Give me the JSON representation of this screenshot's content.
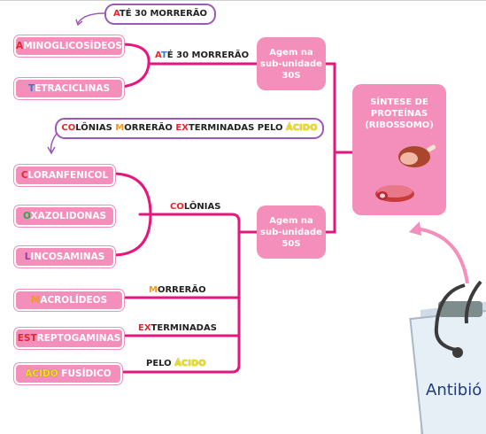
{
  "colors": {
    "pink_box": "#f38fba",
    "magenta_line": "#e7167e",
    "callout_border": "#9b59b6"
  },
  "callouts": {
    "top_a": "A",
    "top_rest": "TÉ 30 MORRERÃO",
    "mid_co": "CO",
    "mid_1": "LÔNIAS ",
    "mid_m": "M",
    "mid_2": "ORRERÃO ",
    "mid_ex": "EX",
    "mid_3": "TERMINADAS PELO ",
    "mid_acido": "ÁCIDO"
  },
  "branch_labels": {
    "ate_a": "A",
    "ate_t": "T",
    "ate_rest": "É 30 MORRERÃO",
    "col_co": "CO",
    "col_rest": "LÔNIAS",
    "mor_m": "M",
    "mor_rest": "ORRERÃO",
    "ext_ex": "EX",
    "ext_rest": "TERMINADAS",
    "pel_text": "PELO ",
    "pel_acido": "ÁCIDO"
  },
  "drugs": {
    "amino_a": "A",
    "amino_rest": "MINOGLICOSÍDEOS",
    "tetra_t": "T",
    "tetra_rest": "ETRACICLINAS",
    "clor_c": "C",
    "clor_rest": "LORANFENICOL",
    "oxa_o": "O",
    "oxa_rest": "XAZOLIDONAS",
    "linc_l": "L",
    "linc_rest": "INCOSAMINAS",
    "macro_m": "M",
    "macro_rest": "ACROLÍDEOS",
    "estr_est": "EST",
    "estr_rest": "REPTOGAMINAS",
    "acid_a": "ÁCIDO",
    "acid_rest": " FUSÍDICO"
  },
  "subunits": {
    "s30_l1": "Agem na",
    "s30_l2": "sub-unidade",
    "s30_l3": "30S",
    "s50_l1": "Agem na",
    "s50_l2": "sub-unidade",
    "s50_l3": "50S"
  },
  "sintese": {
    "l1": "SÍNTESE DE",
    "l2": "PROTEÍNAS",
    "l3": "(RIBOSSOMO)"
  },
  "clipboard": {
    "text": "Antibió"
  }
}
